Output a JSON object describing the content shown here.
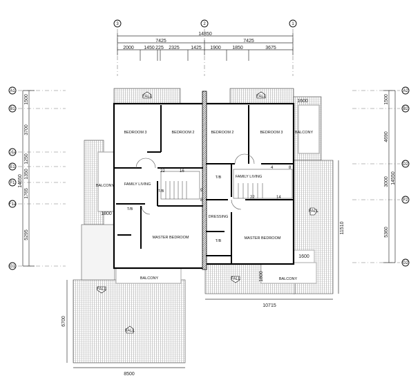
{
  "grid_top": [
    "3",
    "2",
    "1"
  ],
  "grid_left": [
    "A1",
    "B1",
    "D1a",
    "E1",
    "F1",
    "F1a",
    "G1"
  ],
  "grid_right": [
    "A2",
    "B2",
    "D2",
    "F2",
    "G2"
  ],
  "dims_top": {
    "total": "14850",
    "halves": [
      "7425",
      "7425"
    ],
    "parts": [
      "2000",
      "1450",
      "225",
      "2325",
      "1425",
      "1900",
      "1850",
      "3675"
    ]
  },
  "dims_left": {
    "total": "14650",
    "parts": [
      "1500",
      "3700",
      "1250",
      "1350",
      "1765",
      "5295"
    ]
  },
  "dims_right": {
    "total": "14550",
    "parts": [
      "1500",
      "4690",
      "3000",
      "5360"
    ]
  },
  "dims_other": {
    "terrace_right_height": "11510",
    "terrace_right_width": "10715",
    "terrace_left_height": "6700",
    "terrace_left_width": "8500",
    "balcony_right_top": "1600",
    "balcony_left": "1800",
    "balcony_right_bottom": "1600",
    "balcony_bottom_depth": "1800"
  },
  "rooms": {
    "left_bedroom3": "BEDROOM 3",
    "left_bedroom2": "BEDROOM 2",
    "right_bedroom2": "BEDROOM 2",
    "right_bedroom3": "BEDROOM 3",
    "right_balcony_top": "BALCONY",
    "left_family_living": "FAMILY LIVING",
    "right_family_living": "FAMILY LIVING",
    "left_balcony_side": "BALCONY",
    "left_tb_upper": "T/B",
    "right_tb_upper": "T/B",
    "left_tb_lower": "T/B",
    "dressing": "DRESSING",
    "right_tb_lower": "T/B",
    "left_master": "MASTER BEDROOM",
    "right_master": "MASTER BEDROOM",
    "left_balcony_bottom": "BALCONY",
    "right_balcony_bottom": "BALCONY"
  },
  "stair_marks": {
    "l1": "22",
    "l2": "16",
    "l3": "9",
    "l4": "8",
    "r1": "22",
    "r2": "14",
    "r3": "4",
    "r4": "8"
  },
  "fall_label": "FALL"
}
